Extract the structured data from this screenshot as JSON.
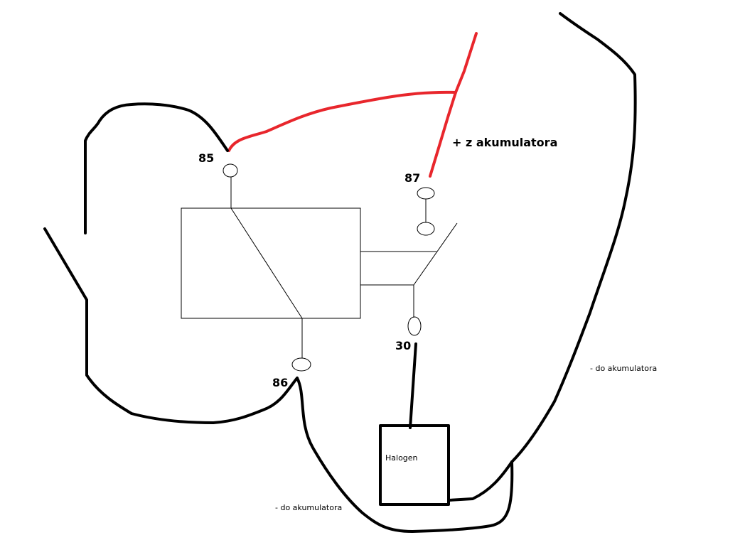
{
  "terminals": {
    "t85": "85",
    "t86": "86",
    "t87": "87",
    "t30": "30"
  },
  "labels": {
    "plus_battery": "+ z akumulatora",
    "minus_battery_right": "- do akumulatora",
    "minus_battery_bottom": "- do akumulatora",
    "halogen": "Halogen"
  },
  "colors": {
    "positive_wire": "#e8262c",
    "wire": "#000000",
    "background": "#ffffff"
  }
}
